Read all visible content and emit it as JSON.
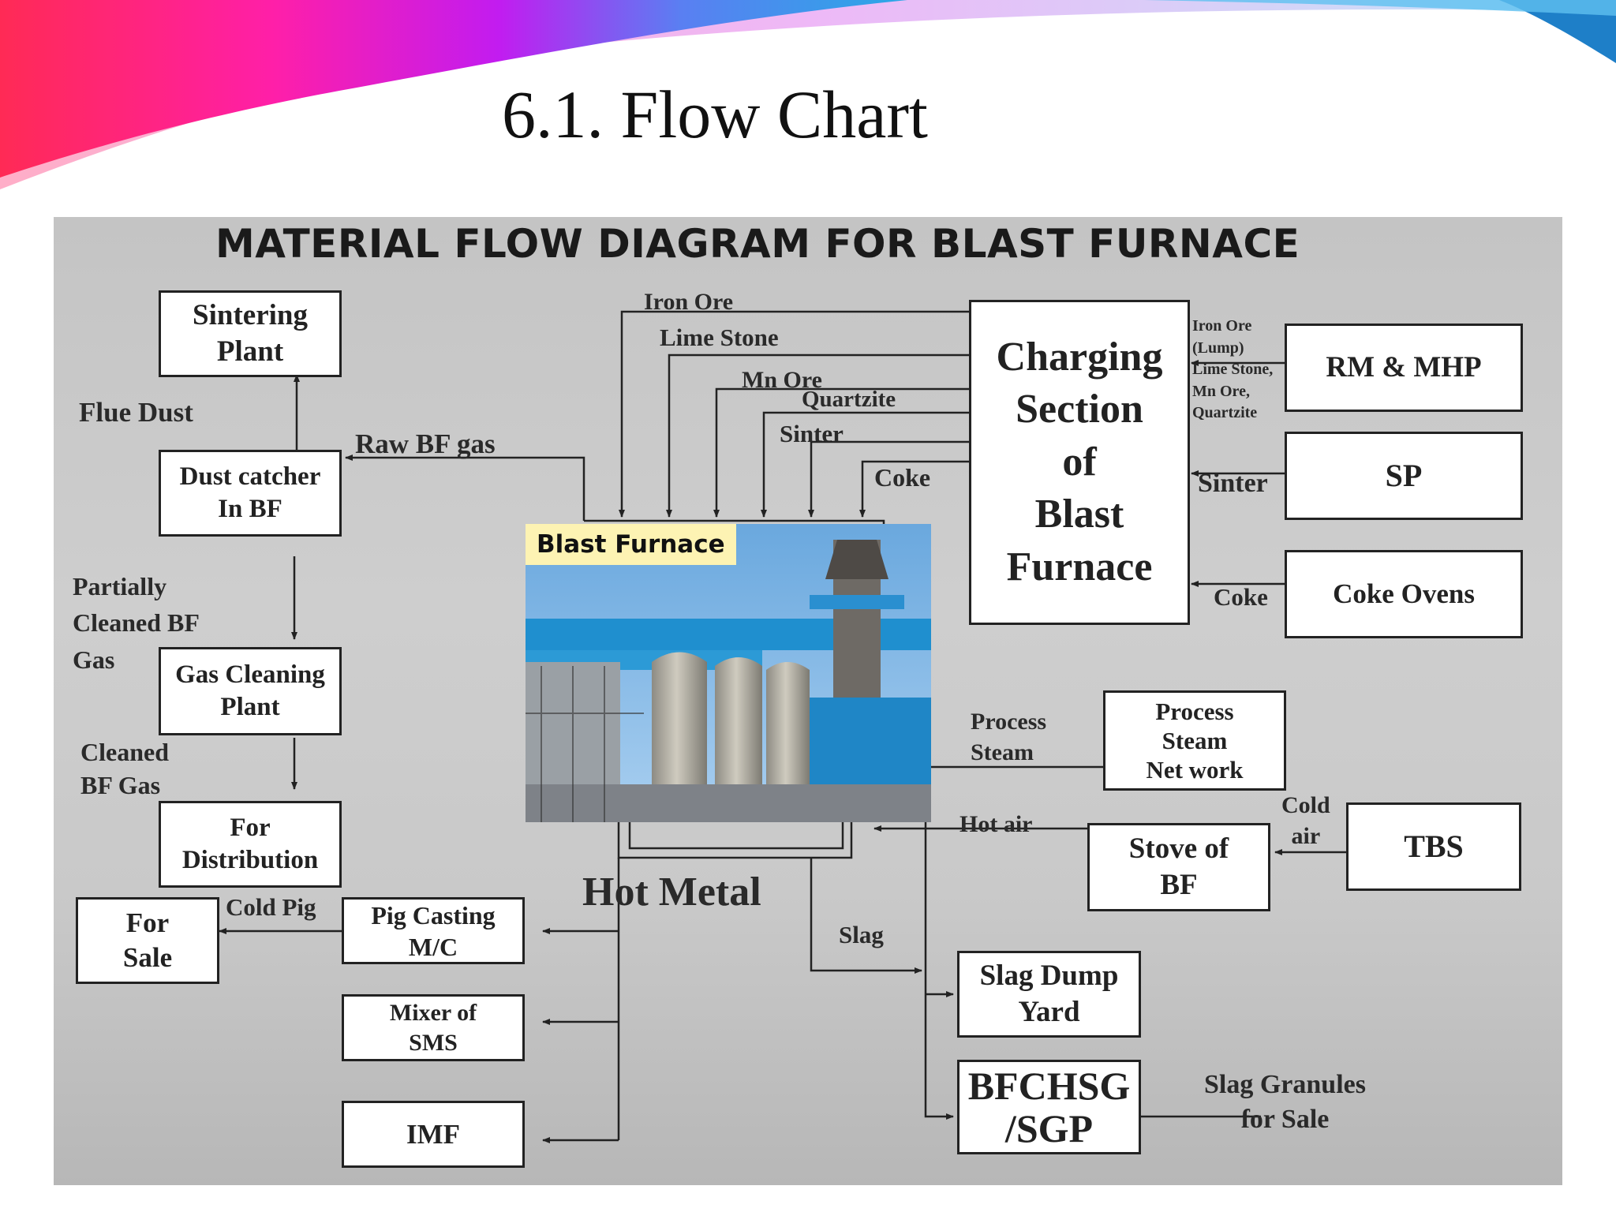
{
  "slide": {
    "title": "6.1. Flow Chart"
  },
  "diagram": {
    "heading": "MATERIAL FLOW DIAGRAM FOR BLAST FURNACE",
    "photo_caption": "Blast Furnace",
    "boxes": {
      "sintering_plant": "Sintering\nPlant",
      "dust_catcher": "Dust catcher\nIn BF",
      "gas_cleaning": "Gas Cleaning\nPlant",
      "for_distribution": "For\nDistribution",
      "for_sale": "For\nSale",
      "pig_casting": "Pig Casting\nM/C",
      "mixer_sms": "Mixer of\nSMS",
      "imf": "IMF",
      "charging_section": "Charging\nSection\nof\nBlast\nFurnace",
      "rm_mhp": "RM & MHP",
      "sp": "SP",
      "coke_ovens": "Coke Ovens",
      "process_steam": "Process\nSteam\nNet work",
      "stove": "Stove of\nBF",
      "tbs": "TBS",
      "slag_dump": "Slag Dump\nYard",
      "bfchsg": "BFCHSG\n/SGP"
    },
    "labels": {
      "flue_dust": "Flue Dust",
      "raw_bf_gas": "Raw BF gas",
      "partially_cleaned": "Partially\nCleaned BF\nGas",
      "cleaned_bf_gas": "Cleaned\nBF Gas",
      "cold_pig": "Cold Pig",
      "iron_ore": "Iron Ore",
      "lime_stone": "Lime Stone",
      "mn_ore": "Mn Ore",
      "quartzite": "Quartzite",
      "sinter": "Sinter",
      "coke": "Coke",
      "rm_inputs": "Iron Ore\n(Lump)\nLime Stone,\nMn Ore,\nQuartzite",
      "sinter_in": "Sinter",
      "coke_in": "Coke",
      "process_steam_flow": "Process\nSteam",
      "hot_air": "Hot air",
      "cold_air": "Cold\nair",
      "hot_metal": "Hot Metal",
      "slag": "Slag",
      "slag_granules": "Slag Granules\nfor Sale"
    }
  }
}
